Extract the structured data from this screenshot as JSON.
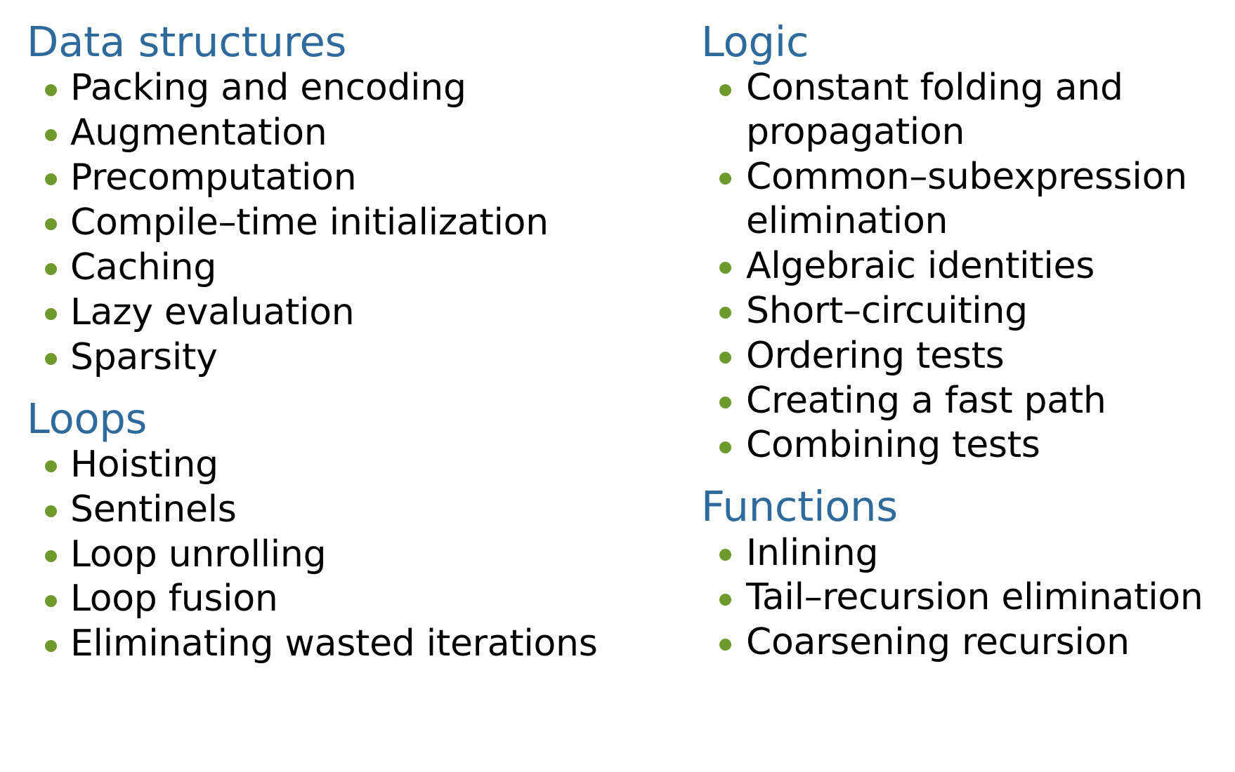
{
  "slide": {
    "background_color": "#FFFFFF",
    "heading_color": "#2E6A9B",
    "bullet_color": "#6E9A2D",
    "body_text_color": "#000000"
  },
  "columns": [
    {
      "name": "left-column",
      "sections": [
        {
          "heading": "Data structures",
          "items": [
            "Packing and encoding",
            "Augmentation",
            "Precomputation",
            "Compile–time initialization",
            "Caching",
            "Lazy evaluation",
            "Sparsity"
          ]
        },
        {
          "heading": "Loops",
          "items": [
            "Hoisting",
            "Sentinels",
            "Loop unrolling",
            "Loop fusion",
            "Eliminating wasted iterations"
          ]
        }
      ]
    },
    {
      "name": "right-column",
      "sections": [
        {
          "heading": "Logic",
          "items": [
            "Constant folding and propagation",
            "Common–subexpression elimination",
            "Algebraic identities",
            "Short–circuiting",
            "Ordering tests",
            "Creating a fast path",
            "Combining tests"
          ]
        },
        {
          "heading": "Functions",
          "items": [
            "Inlining",
            "Tail–recursion elimination",
            "Coarsening recursion"
          ]
        }
      ]
    }
  ]
}
